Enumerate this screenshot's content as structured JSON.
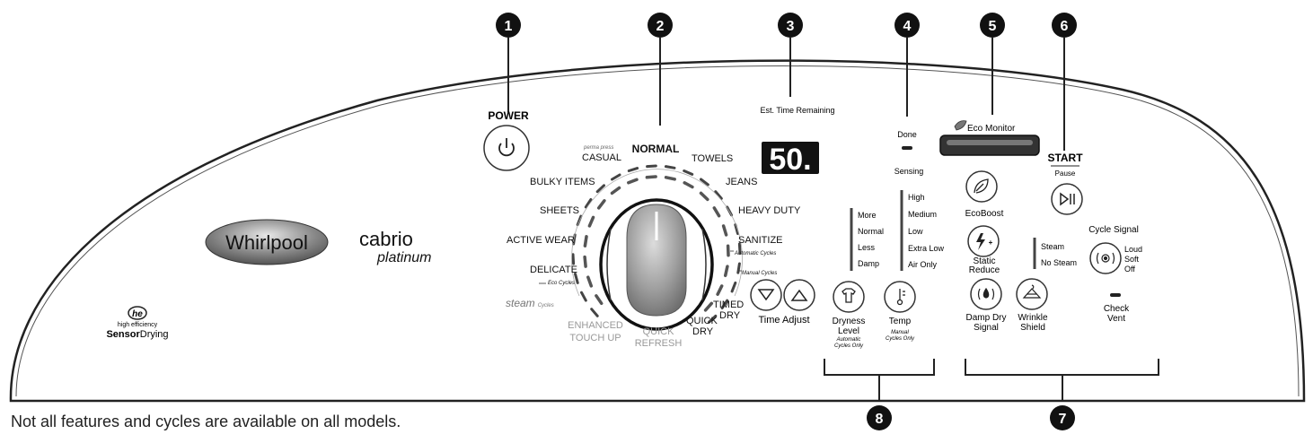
{
  "callouts": [
    "1",
    "2",
    "3",
    "4",
    "5",
    "6",
    "7",
    "8"
  ],
  "power": {
    "label": "POWER"
  },
  "brand": {
    "logo_text": "Whirlpool",
    "model": "cabrio",
    "model_sub": "platinum"
  },
  "he_badge": {
    "mark": "he",
    "line1": "high efficiency",
    "line2_bold": "Sensor",
    "line2_rest": "Drying"
  },
  "dial": {
    "perm_press": "perma press",
    "cycles": {
      "normal": "NORMAL",
      "casual": "CASUAL",
      "towels": "TOWELS",
      "bulky": "BULKY ITEMS",
      "jeans": "JEANS",
      "sheets": "SHEETS",
      "heavy_duty": "HEAVY DUTY",
      "active_wear": "ACTIVE WEAR",
      "sanitize": "SANITIZE",
      "delicate": "DELICATE",
      "timed_dry_1": "TIMED",
      "timed_dry_2": "DRY",
      "quick_dry_1": "QUICK",
      "quick_dry_2": "DRY",
      "enhanced_1": "ENHANCED",
      "enhanced_2": "TOUCH UP",
      "quick_refresh_1": "QUICK",
      "quick_refresh_2": "REFRESH"
    },
    "automatic_cycles": "Automatic Cycles",
    "manual_cycles": "Manual Cycles",
    "eco_cycles": "Eco Cycles",
    "steam_word": "steam",
    "steam_cycles": "Cycles"
  },
  "time": {
    "label": "Est. Time Remaining",
    "display": "50.",
    "adjust_label": "Time Adjust"
  },
  "status": {
    "done": "Done",
    "sensing": "Sensing"
  },
  "dryness": {
    "options": [
      "More",
      "Normal",
      "Less",
      "Damp"
    ],
    "label_1": "Dryness",
    "label_2": "Level",
    "note_1": "Automatic",
    "note_2": "Cycles Only"
  },
  "temp": {
    "options": [
      "High",
      "Medium",
      "Low",
      "Extra Low",
      "Air Only"
    ],
    "label": "Temp",
    "note_1": "Manual",
    "note_2": "Cycles Only"
  },
  "eco": {
    "label": "Eco Monitor",
    "ecoboost": "EcoBoost"
  },
  "static": {
    "label_1": "Static",
    "label_2": "Reduce"
  },
  "steam_opts": [
    "Steam",
    "No Steam"
  ],
  "damp_dry": {
    "label_1": "Damp Dry",
    "label_2": "Signal"
  },
  "wrinkle": {
    "label_1": "Wrinkle",
    "label_2": "Shield"
  },
  "start": {
    "label": "START",
    "sub": "Pause"
  },
  "cycle_signal": {
    "label": "Cycle Signal",
    "options": [
      "Loud",
      "Soft",
      "Off"
    ]
  },
  "check_vent": {
    "label_1": "Check",
    "label_2": "Vent"
  },
  "footnote": "Not all features and cycles are available on all models."
}
